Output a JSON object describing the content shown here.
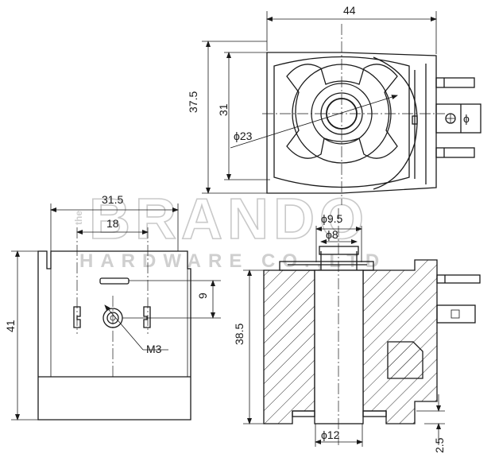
{
  "watermark": {
    "brand": "BRANDO",
    "sub": "HARDWARE CO.,LTD",
    "prefix": "the"
  },
  "dimensions": {
    "top_width": "44",
    "top_height_outer": "37.5",
    "top_height_inner": "31",
    "top_bore": "ϕ23",
    "top_terminal_mark": "ϕ",
    "left_width_outer": "31.5",
    "left_width_inner": "18",
    "left_height": "41",
    "left_offset": "9",
    "left_thread": "M3",
    "section_outer_bore": "ϕ9.5",
    "section_inner_bore": "ϕ8",
    "section_height": "38.5",
    "section_bottom_bore": "ϕ12",
    "section_bottom_step": "2.5"
  }
}
